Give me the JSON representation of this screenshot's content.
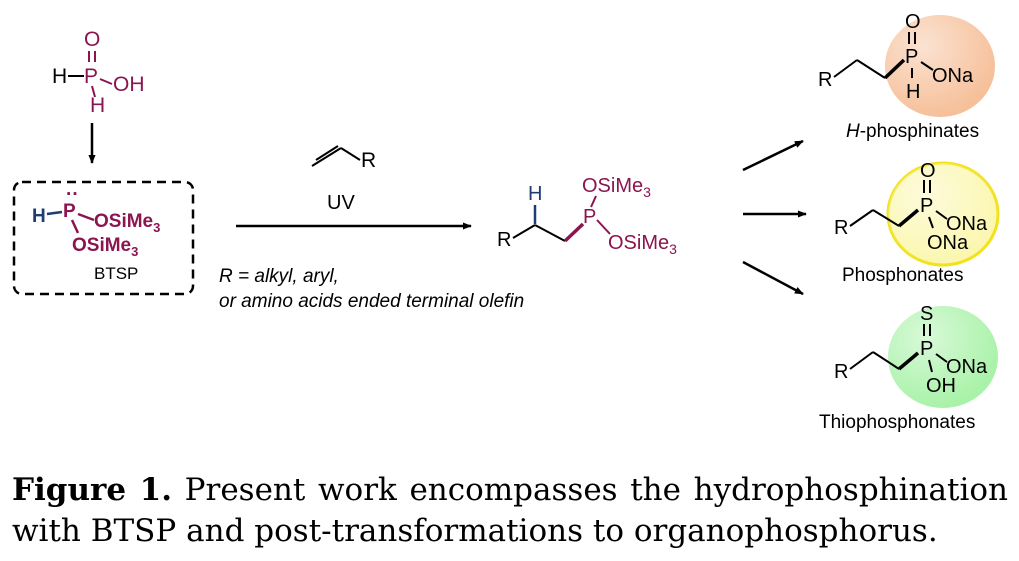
{
  "reactant": {
    "top_o": "O",
    "h_left": "H",
    "p": "P",
    "oh": "OH",
    "h_bottom": "H"
  },
  "btsp": {
    "lone_pair": "··",
    "h": "H",
    "p": "P",
    "osime3_right": "OSiMe",
    "osime3_right_sub": "3",
    "osime3_down": "OSiMe",
    "osime3_down_sub": "3",
    "label": "BTSP"
  },
  "olefin": {
    "r": "R"
  },
  "condition": "UV",
  "scope_note": {
    "line1": "R = alkyl, aryl,",
    "line2": "or amino acids ended terminal olefin"
  },
  "intermediate": {
    "h": "H",
    "r": "R",
    "p": "P",
    "osime3_top": "OSiMe",
    "osime3_top_sub": "3",
    "osime3_right": "OSiMe",
    "osime3_right_sub": "3"
  },
  "products": [
    {
      "r": "R",
      "p": "P",
      "top": "O",
      "right": "ONa",
      "bottom": "H",
      "label_prefix": "H",
      "label_rest": "-phosphinates",
      "circle_fill": "#f6c09a",
      "circle_stroke": "#f6c09a"
    },
    {
      "r": "R",
      "p": "P",
      "top": "O",
      "right": "ONa",
      "bottom": "ONa",
      "label_prefix": "",
      "label_rest": "Phosphonates",
      "circle_fill": "#fbf7b0",
      "circle_stroke": "#f2e21c"
    },
    {
      "r": "R",
      "p": "P",
      "top": "S",
      "right": "ONa",
      "bottom": "OH",
      "label_prefix": "",
      "label_rest": "Thiophosphonates",
      "circle_fill": "#a9f2a9",
      "circle_stroke": "#a9f2a9"
    }
  ],
  "caption": {
    "label": "Figure 1.",
    "text": "Present work encompasses the hydrophosphination with BTSP and post-transformations to organophosphorus."
  },
  "colors": {
    "phosphorus": "#8a1550",
    "hydrogen_blue": "#1f3c73",
    "black": "#000000"
  }
}
